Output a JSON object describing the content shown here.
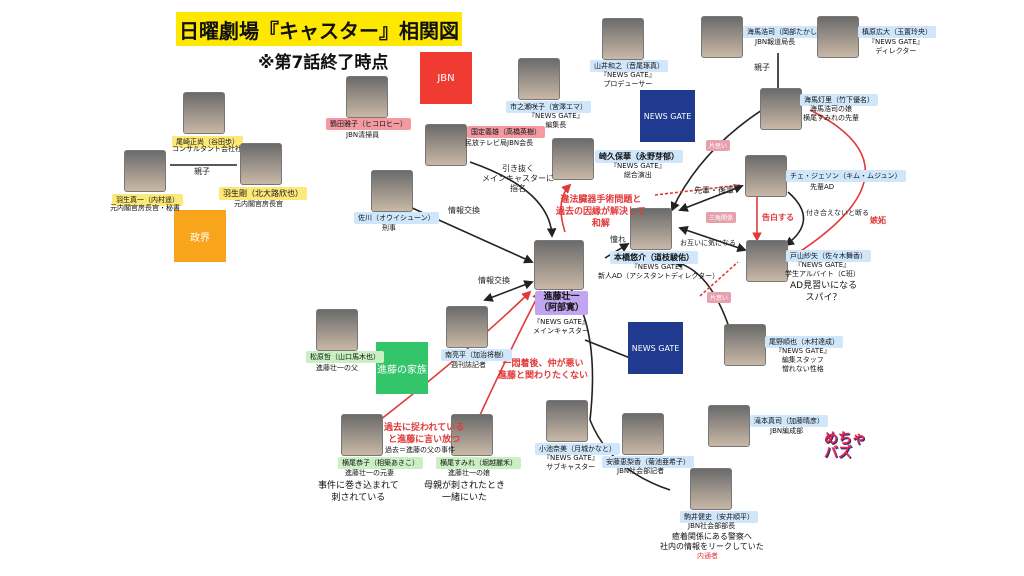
{
  "header": {
    "title": "日曜劇場『キャスター』相関図",
    "subtitle": "※第7話終了時点"
  },
  "boxes": {
    "jbn": "JBN",
    "newsgate_1": "NEWS GATE",
    "newsgate_2": "NEWS GATE",
    "seikai": "政界",
    "shindo_family": "進藤の家族"
  },
  "characters": {
    "shindo": {
      "name": "進藤壮一\n（阿部寛）",
      "desc": "『NEWS GATE』\nメインキャスター"
    },
    "honbashi": {
      "name": "本橋悠介（道枝駿佑）",
      "desc": "『NEWS GATE』\n新人AD（アシスタントディレクター）"
    },
    "sakikubo": {
      "name": "崎久保華（永野芽郁）",
      "desc": "『NEWS GATE』\n総合演出"
    },
    "kunii": {
      "name": "国定義雄（高橋英樹）",
      "desc": "民放テレビ局JBN会長"
    },
    "ichinose": {
      "name": "市之瀬咲子（宮澤エマ）",
      "desc": "『NEWS GATE』\n編集長"
    },
    "yamai": {
      "name": "山井和之（音尾琢真）",
      "desc": "『NEWS GATE』\nプロデューサー"
    },
    "kaibara": {
      "name": "海馬浩司（岡部たかし）",
      "desc": "JBN報道局長"
    },
    "kuwahara": {
      "name": "槙原広大（玉置玲央）",
      "desc": "『NEWS GATE』\nディレクター"
    },
    "kaibara_akari": {
      "name": "海馬灯里（竹下優名）",
      "desc": "海馬浩司の娘\n横尾すみれの先輩"
    },
    "choi": {
      "name": "チェ・ジェソン（キム・ムジュン）",
      "desc": "先輩AD"
    },
    "toyama": {
      "name": "戸山紗矢（佐々木舞香）",
      "desc": "『NEWS GATE』\n学生アルバイト（C班）",
      "extra": "AD見習いになる\nスパイ？"
    },
    "ono": {
      "name": "尾野順也（木村達成）",
      "desc": "『NEWS GATE』\n編集スタッフ\n憎れない性格"
    },
    "saeki": {
      "name": "佐川（オウイシューン）",
      "desc": "刑事"
    },
    "tsukiko": {
      "name": "鶴田雅子（ヒコロヒー）",
      "desc": "JBN清掃員"
    },
    "omi": {
      "name": "尾崎正尚（谷田歩）",
      "desc": "コンサルタント会社社長"
    },
    "habu_shinichi": {
      "name": "羽生真一（内村遥）",
      "desc": "元内閣官房長官・秘書"
    },
    "habu_takeshi": {
      "name": "羽生剛（北大路欣也）",
      "desc": "元内閣官房長官"
    },
    "matsuhara": {
      "name": "松原哲（山口馬木也）",
      "desc": "進藤壮一の父"
    },
    "minami": {
      "name": "南亮平（加治将樹）",
      "desc": "週刊誌記者"
    },
    "yokoo_kyoko": {
      "name": "横尾恭子（相築あきこ）",
      "desc": "進藤壮一の元妻"
    },
    "yokoo_sumire": {
      "name": "横尾すみれ（堀越麗禾）",
      "desc": "進藤壮一の娘"
    },
    "koike": {
      "name": "小池奈美（月城かなと）",
      "desc": "『NEWS GATE』\nサブキャスター"
    },
    "ando": {
      "name": "安藤恵梨香（菊池亜希子）",
      "desc": "JBN社会部記者"
    },
    "takimoto": {
      "name": "滝本真司（加藤晴彦）",
      "desc": "JBN編成部"
    },
    "komai": {
      "name": "駒井健史（安井順平）",
      "desc": "JBN社会部部長"
    }
  },
  "notes": {
    "yokoo_kyoko_big": "事件に巻き込まれて\n刺されている",
    "yokoo_sumire_big": "母親が刺されたとき\n一緒にいた",
    "komai_big": "癒着関係にある警察へ\n社内の情報をリークしていた",
    "komai_red": "内通者",
    "kyoko_red": "過去に捉われている\nと進藤に言い放つ",
    "kyoko_past": "過去＝進藤の父の事件",
    "sumire_red": "一悶着後、仲が悪い\n進藤と関わりたくない",
    "sakikubo_red": "違法臓器手術問題と\n過去の因縁が解決して\n和解"
  },
  "edges": {
    "oyako_1": "親子",
    "oyako_2": "親子",
    "jouhou_1": "情報交換",
    "jouhou_2": "情報交換",
    "hikinuki": "引き抜く\nメインキャスターに\n指名",
    "akogare": "憧れ",
    "senpai": "先輩・後輩",
    "otagai": "お互いに気になる",
    "tsukiai": "付き合えないと断る",
    "kokuhaku": "告白する",
    "shitto": "嫉妬"
  },
  "tags": {
    "kataomoi_1": "片思い",
    "kataomoi_2": "片思い",
    "sankaku": "三角関係"
  },
  "logo": "めちゃ\nバズ"
}
